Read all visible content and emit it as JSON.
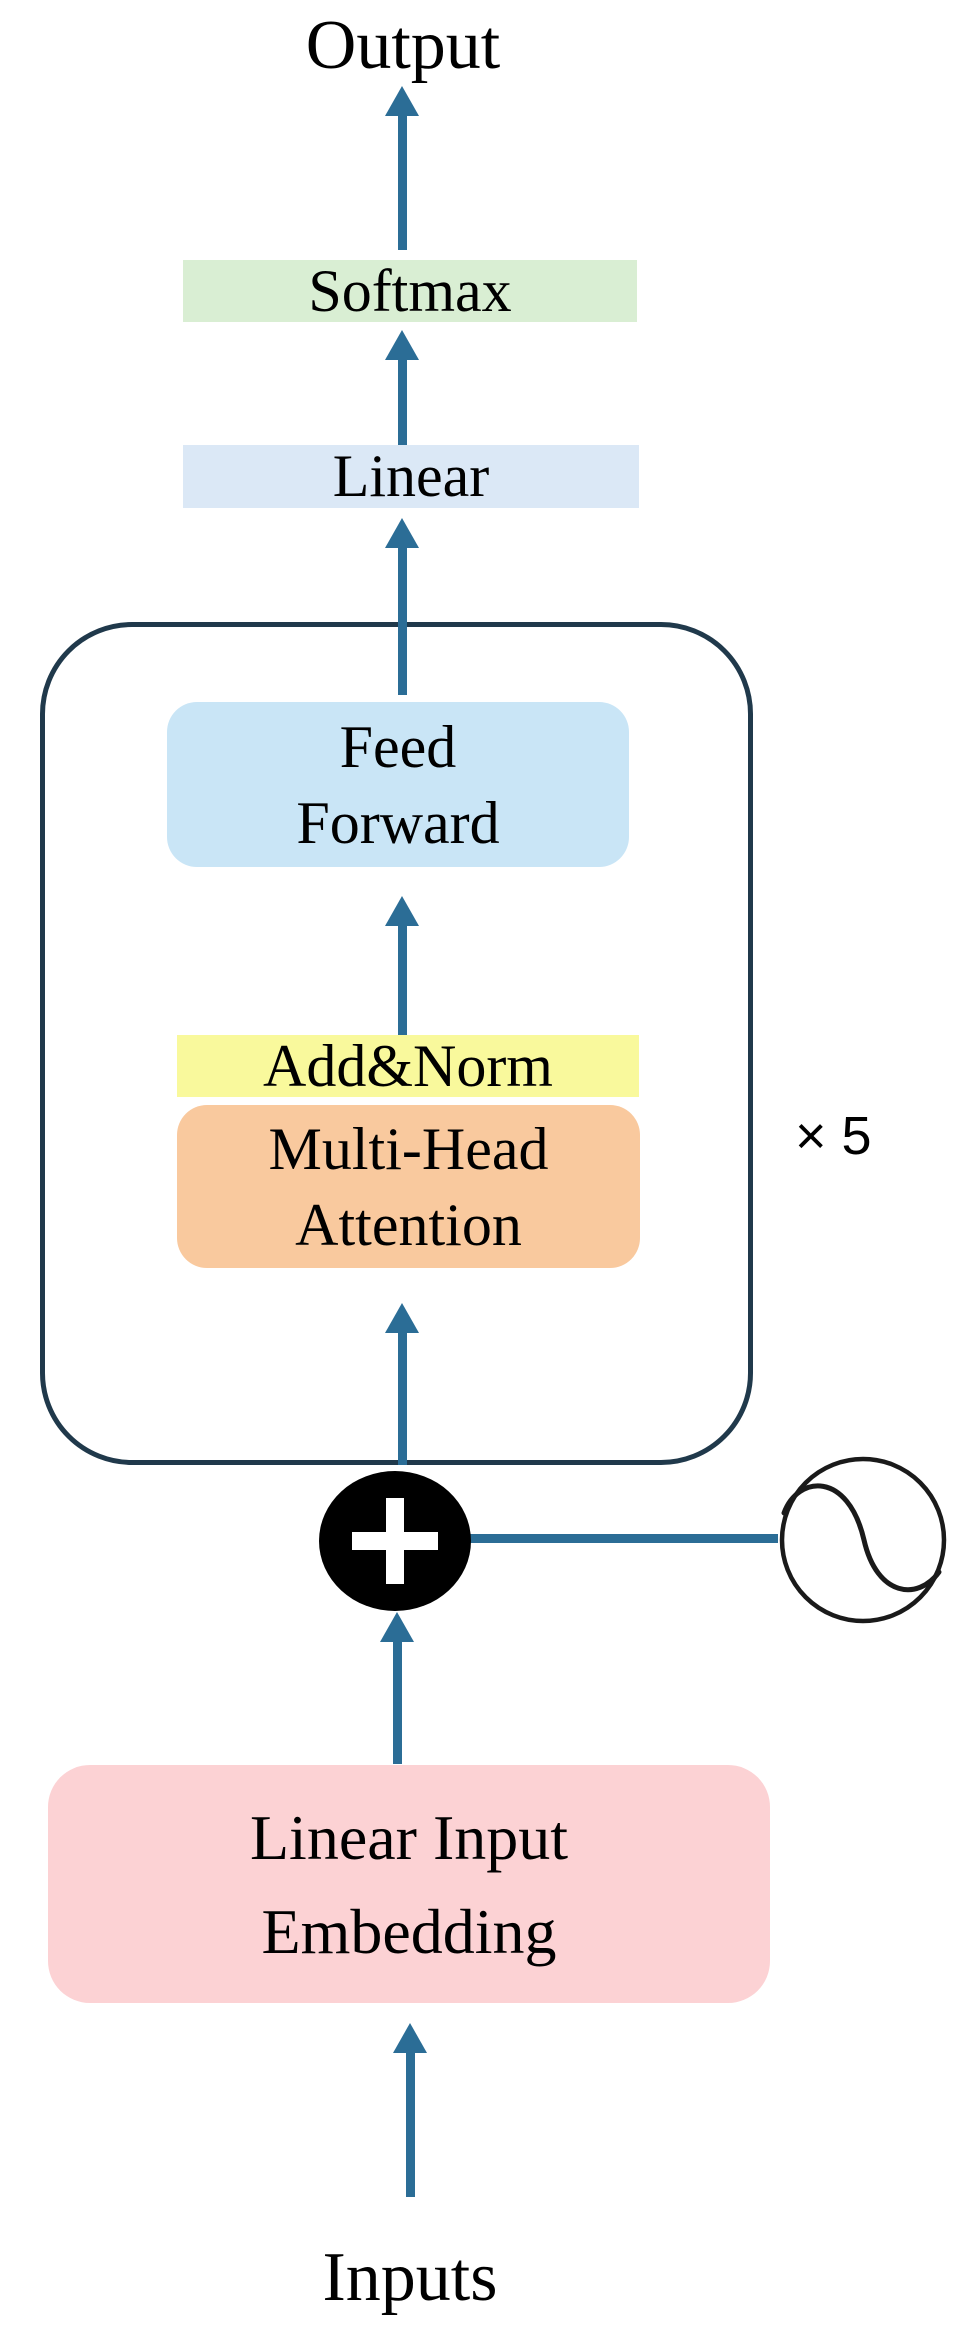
{
  "diagram": {
    "output": {
      "label": "Output"
    },
    "softmax": {
      "label": "Softmax",
      "bg": "#d9eed3"
    },
    "linear": {
      "label": "Linear",
      "bg": "#dbe8f6"
    },
    "encoder_frame": {
      "repeat_label": "× 5"
    },
    "feed_forward": {
      "line1": "Feed",
      "line2": "Forward",
      "bg": "#c9e5f6"
    },
    "add_norm": {
      "label": "Add&Norm",
      "bg": "#f9f99c"
    },
    "multi_head_attention": {
      "line1": "Multi-Head",
      "line2": "Attention",
      "bg": "#f9c99e"
    },
    "embedding": {
      "line1": "Linear Input",
      "line2": "Embedding",
      "bg": "#fcd2d4"
    },
    "inputs": {
      "label": "Inputs"
    },
    "icons": {
      "plus": "+",
      "positional_encoding": "sine-wave-in-circle"
    },
    "colors": {
      "arrow": "#2b6d96",
      "frame_border": "#20394b",
      "plus_circle_bg": "#000000",
      "plus_glyph": "#ffffff",
      "pe_stroke": "#1a1a1a",
      "text": "#000000"
    }
  }
}
